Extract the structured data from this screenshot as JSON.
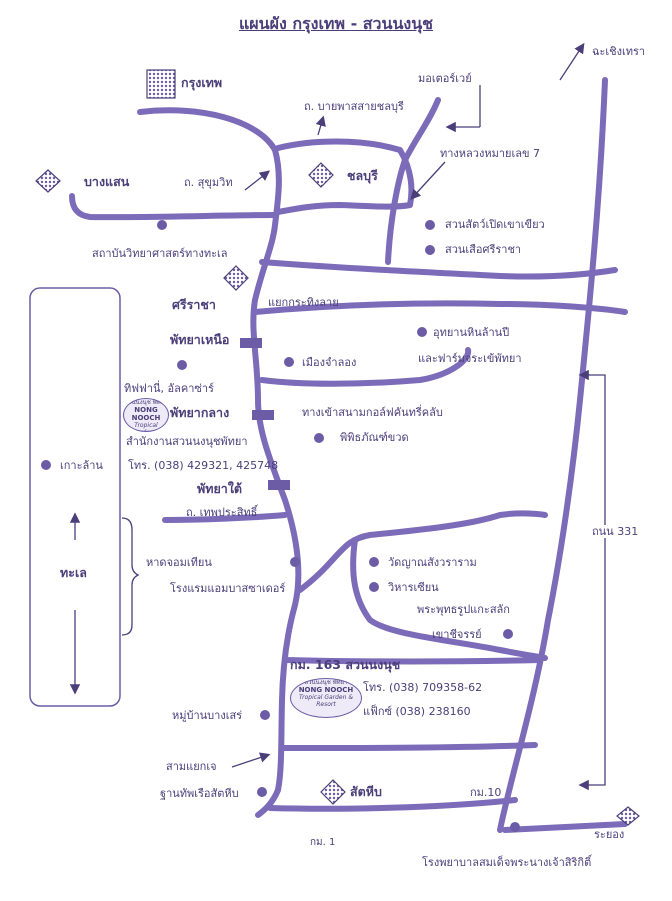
{
  "title": "แผนผัง  กรุงเทพ - สวนนงนุช",
  "colors": {
    "road": "#7b6bb8",
    "text": "#4b3f7a",
    "marker": "#6b5ca5"
  },
  "labels": {
    "krungthep": "กรุงเทพ",
    "bangsaen": "บางแสน",
    "chonburi": "ชลบุรี",
    "sukhumvit": "ถ. สุขุมวิท",
    "bypass": "ถ. บายพาสสายชลบุรี",
    "motorway": "มอเตอร์เวย์",
    "highway7": "ทางหลวงหมายเลข 7",
    "chachoengsao": "ฉะเชิงเทรา",
    "khao_khiao": "สวนสัตว์เปิดเขาเขียว",
    "sriracha_tiger": "สวนเสือศรีราชา",
    "marine_institute": "สถาบันวิทยาศาสตร์ทางทะเล",
    "sriracha": "ศรีราชา",
    "kratinglai": "แยกกระทิงลาย",
    "north_pattaya": "พัทยาเหนือ",
    "mueang_jamlong": "เมืองจำลอง",
    "silverlake_1": "อุทยานหินล้านปี",
    "silverlake_2": "และฟาร์มจระเข้พัทยา",
    "tiffany": "ทิฟฟานี่, อัลคาซ่าร์",
    "central_pattaya": "พัทยากลาง",
    "golf": "ทางเข้าสนามกอล์ฟคันทรี่คลับ",
    "bottle_museum": "พิพิธภัณฑ์ขวด",
    "nongnooch_office": "สำนักงานสวนนงนุชพัทยา",
    "office_tel": "โทร. (038) 429321, 425748",
    "koh_lan": "เกาะล้าน",
    "south_pattaya": "พัทยาใต้",
    "thepprasit": "ถ. เทพประสิทธิ์",
    "jomtien": "หาดจอมเทียน",
    "ambassador": "โรงแรมแอมบาสซาเดอร์",
    "sea": "ทะเล",
    "wat_yan": "วัดญาณสังวราราม",
    "viharn_sien": "วิหารเซียน",
    "buddha_cliff": "พระพุทธรูปแกะสลัก",
    "khao_chi_chan": "เขาชีจรรย์",
    "road331": "ถนน  331",
    "km163": "กม. 163  สวนนงนุช",
    "nn_tel": "โทร. (038) 709358-62",
    "nn_fax": "แฟ็กซ์ (038) 238160",
    "bang_saray": "หมู่บ้านบางเสร่",
    "samyaek_je": "สามแยกเจ",
    "sattahip_naval": "ฐานทัพเรือสัตหีบ",
    "sattahip": "สัตหีบ",
    "km10": "กม.10",
    "km1": "กม. 1",
    "rayong": "ระยอง",
    "hospital": "โรงพยาบาลสมเด็จพระนางเจ้าสิริกิติ์"
  },
  "logo": {
    "line1": "สวนนงนุช พัทยา",
    "line2": "NONG NOOCH",
    "line3": "Tropical Garden & Resort"
  }
}
